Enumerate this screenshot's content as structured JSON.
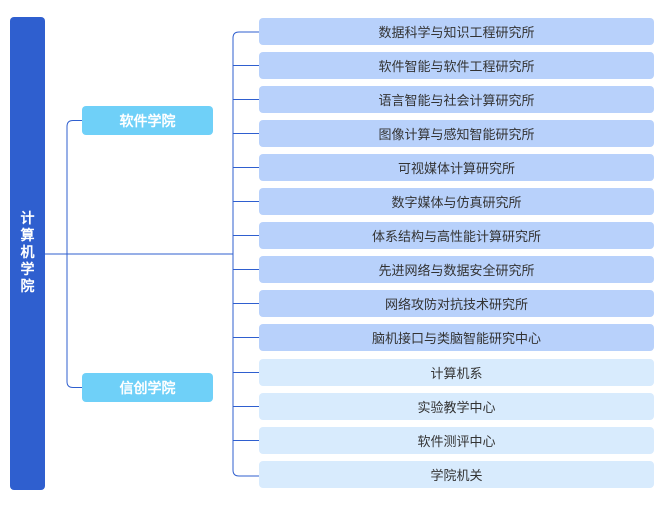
{
  "root": {
    "label": "计算机学院"
  },
  "schools": [
    {
      "label": "软件学院"
    },
    {
      "label": "信创学院"
    }
  ],
  "units": [
    {
      "label": "数据科学与知识工程研究所",
      "school": 0
    },
    {
      "label": "软件智能与软件工程研究所",
      "school": 0
    },
    {
      "label": "语言智能与社会计算研究所",
      "school": 0
    },
    {
      "label": "图像计算与感知智能研究所",
      "school": 0
    },
    {
      "label": "可视媒体计算研究所",
      "school": 0
    },
    {
      "label": "数字媒体与仿真研究所",
      "school": 0
    },
    {
      "label": "体系结构与高性能计算研究所",
      "school": 0
    },
    {
      "label": "先进网络与数据安全研究所",
      "school": 0
    },
    {
      "label": "网络攻防对抗技术研究所",
      "school": 0
    },
    {
      "label": "脑机接口与类脑智能研究中心",
      "school": 0
    },
    {
      "label": "计算机系",
      "school": 1
    },
    {
      "label": "实验教学中心",
      "school": 1
    },
    {
      "label": "软件测评中心",
      "school": 1
    },
    {
      "label": "学院机关",
      "school": 1
    }
  ],
  "colors": {
    "root": "#2f5fcf",
    "school": "#6fd0f8",
    "unit_dark": "#b8d1fb",
    "unit_light": "#d8ebfd",
    "connector": "#2f5fcf"
  }
}
